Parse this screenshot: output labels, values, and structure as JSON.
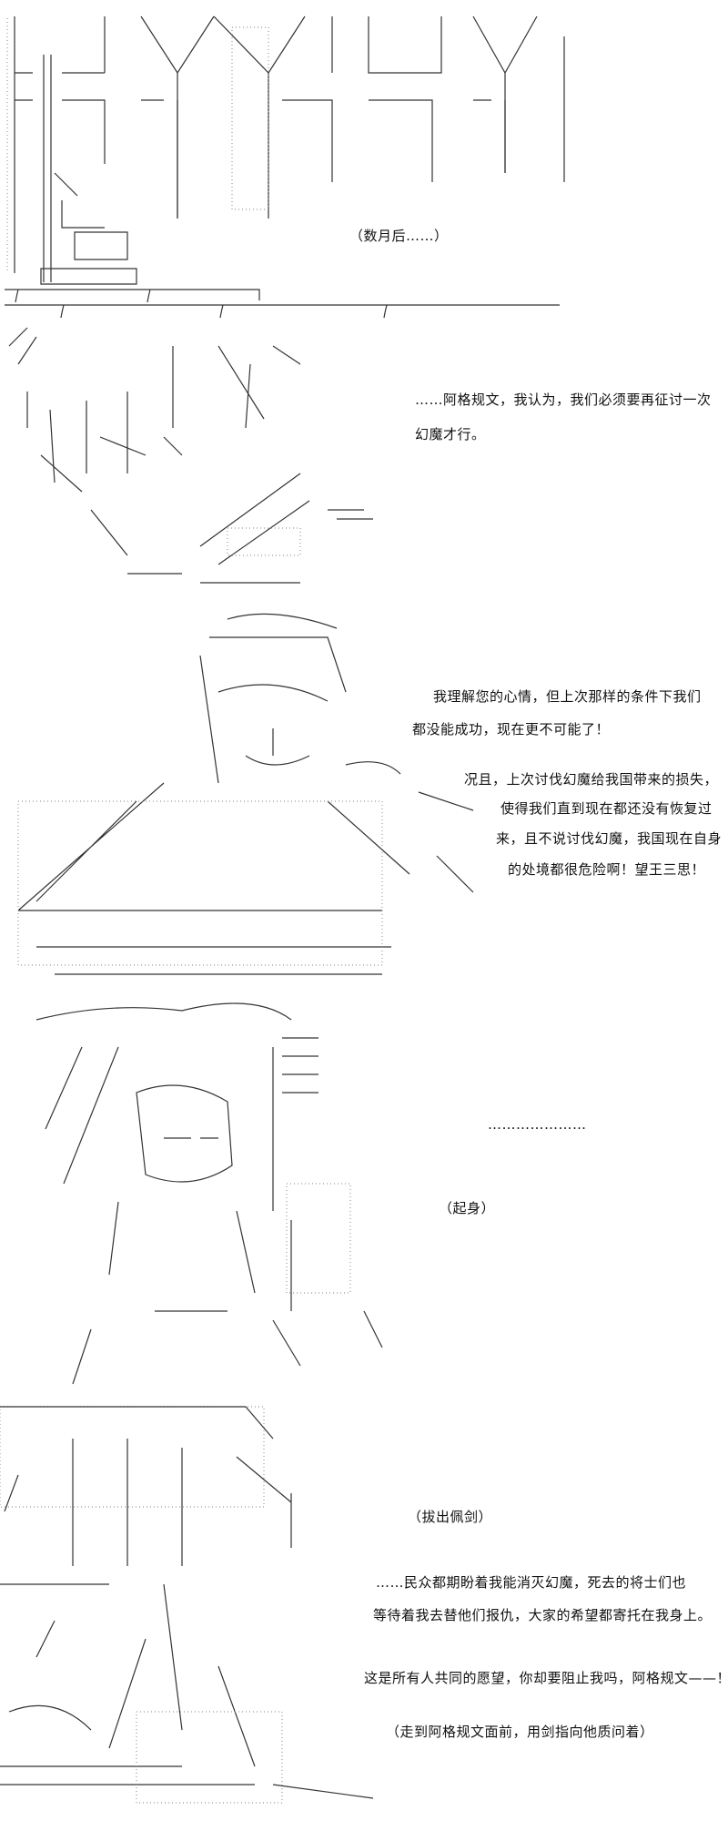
{
  "panels": [
    {
      "captions": [
        "（数月后……）"
      ]
    },
    {
      "lines": [
        "……阿格规文，我认为，我们必须要再征讨一次",
        "幻魔才行。"
      ]
    },
    {
      "lines": [
        "我理解您的心情，但上次那样的条件下我们",
        "都没能成功，现在更不可能了！",
        "况且，上次讨伐幻魔给我国带来的损失，",
        "使得我们直到现在都还没有恢复过",
        "来，且不说讨伐幻魔，我国现在自身",
        "的处境都很危险啊！望王三思！"
      ]
    },
    {
      "lines": [
        "…………………"
      ],
      "captions": [
        "（起身）"
      ]
    },
    {
      "captions": [
        "（拔出佩剑）",
        "（走到阿格规文面前，用剑指向他质问着）"
      ],
      "lines": [
        "……民众都期盼着我能消灭幻魔，死去的将士们也",
        "等待着我去替他们报仇，大家的希望都寄托在我身上。",
        "这是所有人共同的愿望，你却要阻止我吗，阿格规文——！！"
      ]
    }
  ]
}
